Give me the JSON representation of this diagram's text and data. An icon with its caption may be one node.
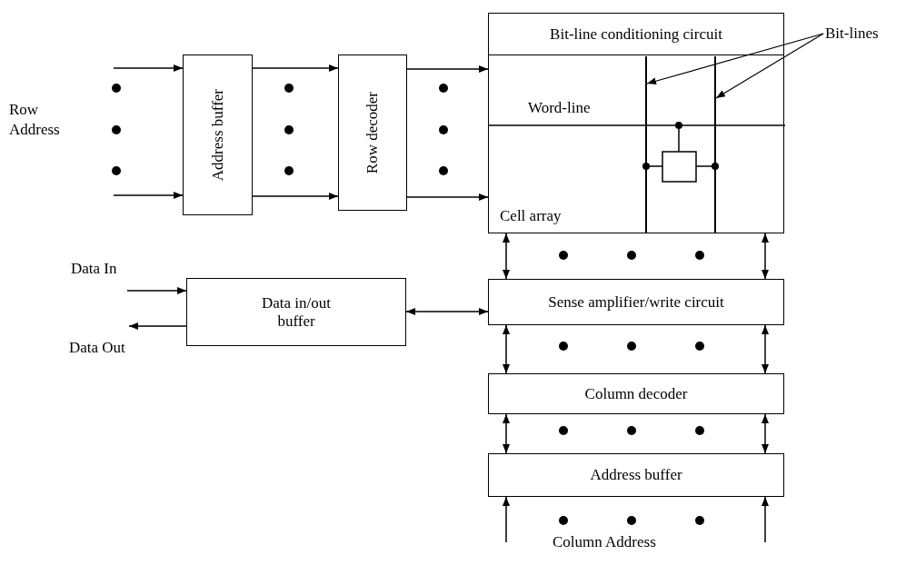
{
  "diagram": {
    "nodes": [
      {
        "text": [
          "Address buffer"
        ]
      },
      {
        "text": [
          "Row decoder"
        ]
      },
      {
        "text": [
          "Bit-line conditioning circuit"
        ]
      },
      {
        "text": [
          "Cell array"
        ]
      },
      {
        "text": [
          "Bit-lines"
        ]
      },
      {
        "text": [],
        "shape": "line",
        "in": 3
      },
      {
        "text": [],
        "shape": "line",
        "in": 3
      },
      {
        "text": [
          "Data in/out buffer"
        ]
      },
      {
        "text": [
          "Sense amplifier/write circuit"
        ]
      },
      {
        "text": [
          "Column decoder"
        ]
      },
      {
        "text": [
          "Address buffer"
        ]
      }
    ],
    "edges": [
      {
        "from": null,
        "to": 0,
        "arrow": "to"
      },
      {
        "from": null,
        "to": 0,
        "arrow": "to"
      },
      {
        "from": 0,
        "to": 1,
        "arrow": "to"
      },
      {
        "from": 0,
        "to": 1,
        "arrow": "to"
      },
      {
        "from": 1,
        "to": 3,
        "arrow": "to"
      },
      {
        "from": 1,
        "to": 3,
        "arrow": "to"
      },
      {
        "from": 4,
        "to": 5,
        "arrow": "to"
      },
      {
        "from": 4,
        "to": 6,
        "arrow": "to"
      },
      {
        "from": 3,
        "to": 8,
        "arrow": "both"
      },
      {
        "from": 3,
        "to": 8,
        "arrow": "both"
      },
      {
        "from": 8,
        "to": 9,
        "arrow": "both"
      },
      {
        "from": 8,
        "to": 9,
        "arrow": "both"
      },
      {
        "from": 9,
        "to": 10,
        "arrow": "both"
      },
      {
        "from": 9,
        "to": 10,
        "arrow": "both"
      },
      {
        "from": null,
        "to": 10,
        "arrow": "to"
      },
      {
        "from": null,
        "to": 10,
        "arrow": "to"
      },
      {
        "from": 7,
        "to": 8,
        "arrow": "both"
      },
      {
        "from": null,
        "to": 7,
        "arrow": "to"
      },
      {
        "from": 7,
        "to": null,
        "arrow": "to"
      }
    ],
    "labels": [
      "Row Address",
      "Word-line",
      "Data In",
      "Data Out",
      "Column Address"
    ]
  }
}
